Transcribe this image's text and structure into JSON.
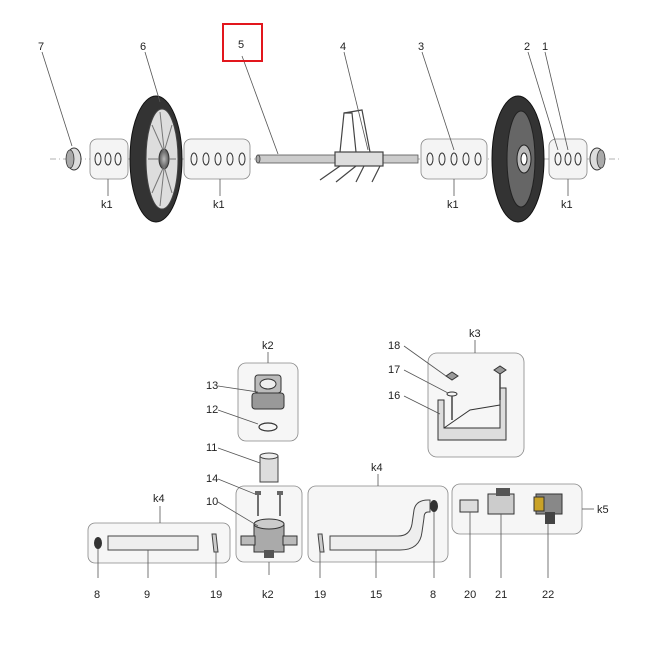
{
  "diagram": {
    "highlight_color": "#e2171d",
    "highlighted_part": "5",
    "top_assembly": {
      "labels": {
        "p1": "1",
        "p2": "2",
        "p3": "3",
        "p4": "4",
        "p5": "5",
        "p6": "6",
        "p7": "7"
      },
      "kits": {
        "k1a": "k1",
        "k1b": "k1",
        "k1c": "k1",
        "k1d": "k1"
      }
    },
    "bottom_assembly": {
      "kits": {
        "k2top": "k2",
        "k2bottom": "k2",
        "k3": "k3",
        "k4left": "k4",
        "k4right": "k4",
        "k5": "k5"
      },
      "labels": {
        "p8a": "8",
        "p9": "9",
        "p19a": "19",
        "p10": "10",
        "p11": "11",
        "p12": "12",
        "p13": "13",
        "p14": "14",
        "p19b": "19",
        "p15": "15",
        "p8b": "8",
        "p16": "16",
        "p17": "17",
        "p18": "18",
        "p20": "20",
        "p21": "21",
        "p22": "22"
      }
    }
  }
}
